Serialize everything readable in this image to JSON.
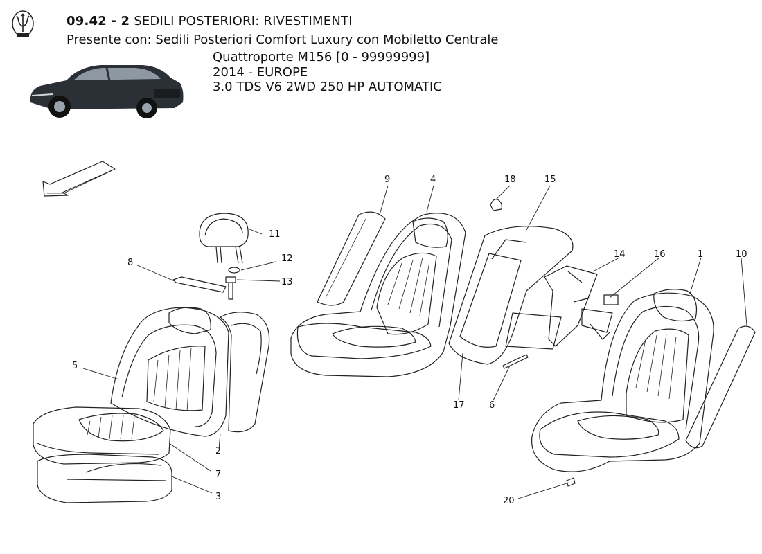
{
  "header": {
    "code": "09.42 - 2",
    "title": "SEDILI POSTERIORI: RIVESTIMENTI",
    "subtitle": "Presente con: Sedili Posteriori Comfort Luxury con Mobiletto Centrale",
    "model": "Quattroporte M156 [0 - 99999999]",
    "year_market": "2014 - EUROPE",
    "engine": "3.0 TDS V6 2WD 250 HP AUTOMATIC"
  },
  "icons": {
    "logo": "maserati-trident-icon",
    "car": "car-thumbnail-icon",
    "direction": "direction-arrow-icon"
  },
  "callouts": {
    "c1": "1",
    "c2": "2",
    "c3": "3",
    "c4": "4",
    "c5": "5",
    "c6": "6",
    "c7": "7",
    "c8": "8",
    "c9": "9",
    "c10": "10",
    "c11": "11",
    "c12": "12",
    "c13": "13",
    "c14": "14",
    "c15": "15",
    "c16": "16",
    "c17": "17",
    "c18": "18",
    "c20": "20"
  }
}
